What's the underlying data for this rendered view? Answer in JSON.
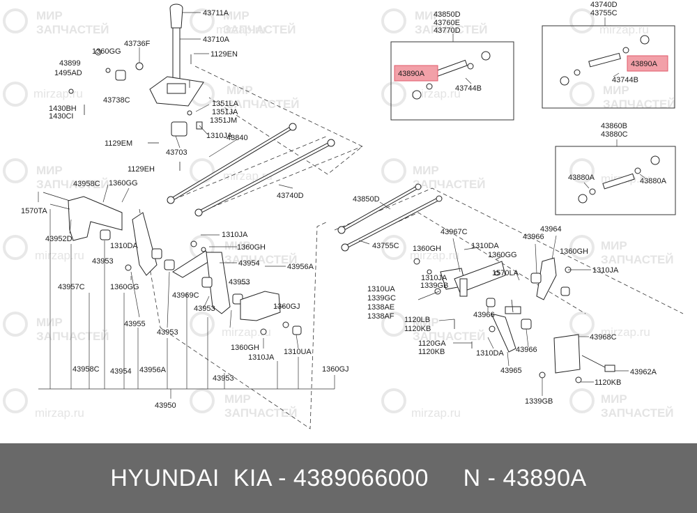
{
  "watermark": {
    "line1": "МИР",
    "line2": "ЗАПЧАСТЕЙ",
    "site": "mirzap.ru"
  },
  "highlight_color": "#f2a0a8",
  "footer": {
    "text": "HYUNDAI  KIA - 4389066000     N - 43890A"
  },
  "labels": [
    "43711A",
    "43710A",
    "1129EN",
    "43736F",
    "1360GG",
    "43899",
    "1495AD",
    "43738C",
    "1430BH",
    "1430CI",
    "1351LA",
    "1351JA",
    "1351JM",
    "1310JA",
    "1129EM",
    "43703",
    "43840",
    "1129EH",
    "43740D",
    "43958C",
    "1360GG",
    "1570TA",
    "43952D",
    "1310JA",
    "1360GH",
    "1310DA",
    "43953",
    "43954",
    "43956A",
    "1360GG",
    "43969C",
    "43953",
    "43953",
    "1360GJ",
    "43955",
    "43957C",
    "43953",
    "1360GH",
    "1310JA",
    "1310UA",
    "43958C",
    "43954",
    "43956A",
    "43953",
    "1360GJ",
    "43950",
    "43850D",
    "43760E",
    "43770D",
    "43890A",
    "43744B",
    "43740D",
    "43755C",
    "43890A",
    "43744B",
    "43860B",
    "43880C",
    "43880A",
    "43880A",
    "43850D",
    "43755C",
    "43967C",
    "1360GH",
    "1310DA",
    "1360GG",
    "43964",
    "43966",
    "1310JA",
    "1339GB",
    "1360GH",
    "1570LA",
    "1310JA",
    "1310UA",
    "1339GC",
    "1338AE",
    "1338AF",
    "43966",
    "1120LB",
    "1120KB",
    "43966",
    "43968C",
    "1120GA",
    "1120KB",
    "1310DA",
    "43965",
    "43962A",
    "1120KB",
    "1339GB"
  ]
}
